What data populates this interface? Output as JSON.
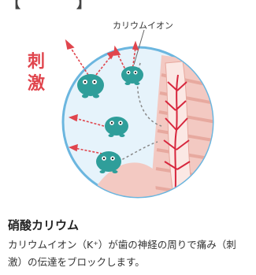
{
  "labels": {
    "ion": "カリウムイオン",
    "stimulus_1": "刺",
    "stimulus_2": "激"
  },
  "caption": {
    "title": "硝酸カリウム",
    "description": "カリウムイオン（K⁺）が歯の神経の周りで痛み（刺激）の伝達をブロックします。"
  },
  "colors": {
    "circle_fill": "#e6f3fb",
    "circle_stroke": "#6bb6df",
    "arrow": "#e0454d",
    "tooth_pink": "#f3c9c2",
    "nerve_red": "#d7263d",
    "ion_teal": "#2f9e9a"
  }
}
